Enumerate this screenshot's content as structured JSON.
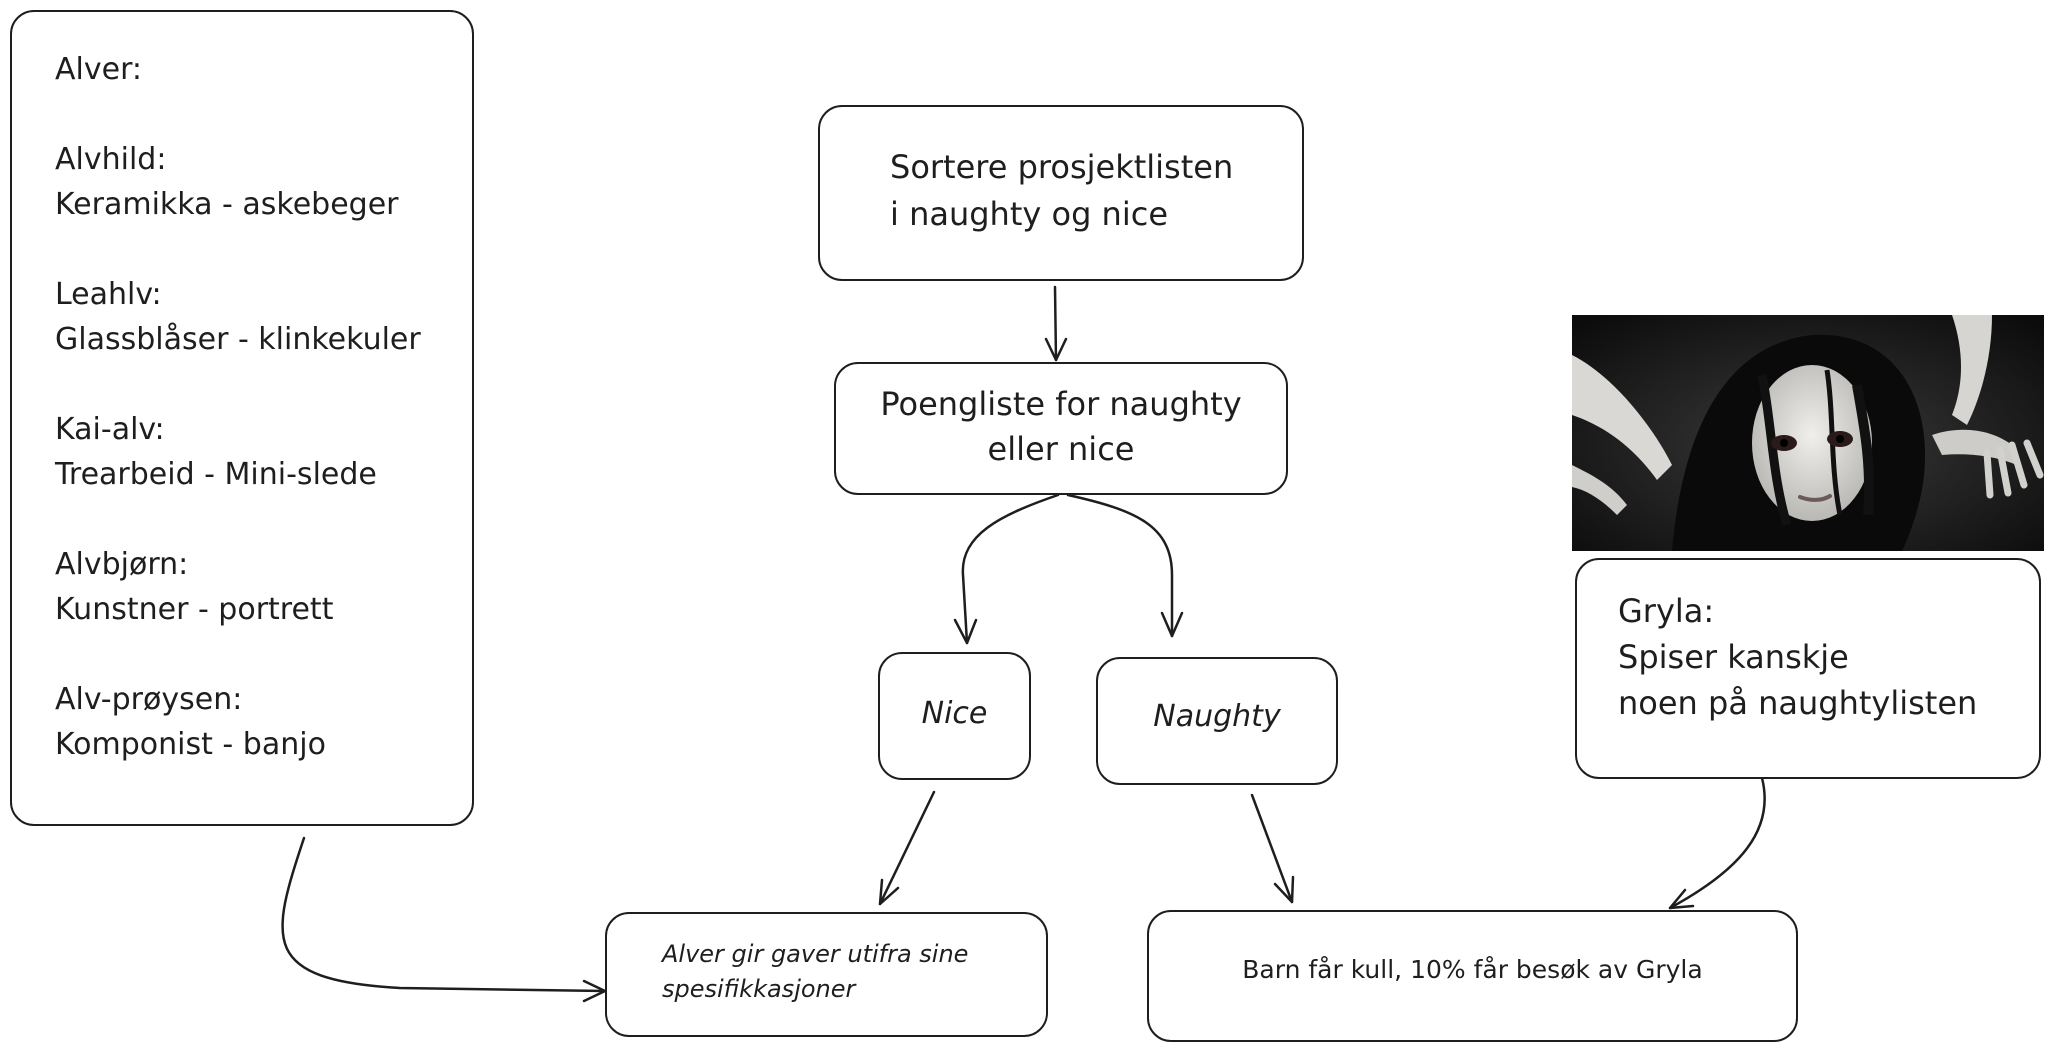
{
  "elves_list": {
    "title": "Alver:",
    "entries": [
      {
        "name": "Alvhild:",
        "detail": "Keramikka - askebeger"
      },
      {
        "name": "Leahlv:",
        "detail": "Glassblåser - klinkekuler"
      },
      {
        "name": "Kai-alv:",
        "detail": "Trearbeid - Mini-slede"
      },
      {
        "name": "Alvbjørn:",
        "detail": "Kunstner - portrett"
      },
      {
        "name": "Alv-prøysen:",
        "detail": "Komponist - banjo"
      }
    ]
  },
  "sort_node": {
    "line1": "Sortere prosjektlisten",
    "line2": "i naughty og nice"
  },
  "points_node": {
    "line1": "Poengliste for naughty",
    "line2": "eller nice"
  },
  "nice_node": {
    "label": "Nice"
  },
  "naughty_node": {
    "label": "Naughty"
  },
  "gryla_node": {
    "line1": "Gryla:",
    "line2": "Spiser kanskje",
    "line3": "noen på naughtylisten"
  },
  "gifts_node": {
    "line1": "Alver gir gaver utifra sine",
    "line2": "spesifikkasjoner"
  },
  "coal_node": {
    "label": "Barn får kull, 10% får besøk av Gryla"
  },
  "colors": {
    "stroke": "#1e1e1e",
    "background": "#ffffff"
  }
}
